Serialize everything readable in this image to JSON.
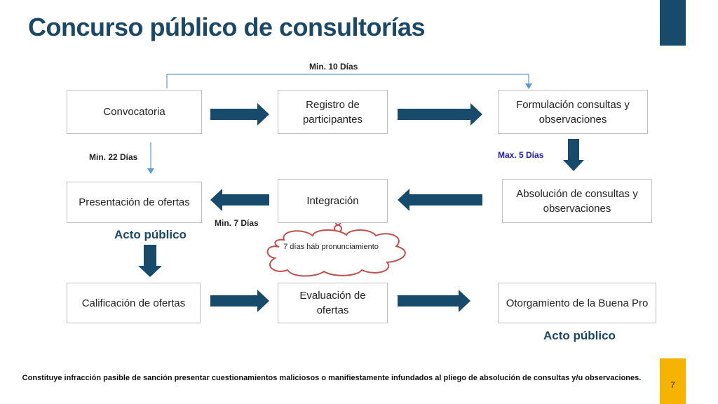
{
  "title": "Concurso público de consultorías",
  "boxes": {
    "convocatoria": "Convocatoria",
    "registro": "Registro de participantes",
    "formulacion": "Formulación consultas y observaciones",
    "presentacion": "Presentación de ofertas",
    "integracion": "Integración",
    "absolucion": "Absolución de consultas y observaciones",
    "calificacion": "Calificación de ofertas",
    "evaluacion": "Evaluación de ofertas",
    "otorgamiento": "Otorgamiento de la Buena Pro"
  },
  "labels": {
    "min10": "Min. 10 Días",
    "min22": "Min. 22 Días",
    "max5": "Max. 5 Días",
    "min7": "Min. 7 Días",
    "acto1": "Acto público",
    "acto2": "Acto público"
  },
  "cloud_text": "7 días háb pronunciamiento",
  "footer_note": "Constituye infracción pasible de sanción presentar cuestionamientos maliciosos o manifiestamente infundados al pliego de absolución de consultas y/u observaciones.",
  "page_number": "7",
  "colors": {
    "title": "#1a4868",
    "arrow": "#174a6b",
    "connector": "#5b9bd5",
    "cloud": "#c0504d",
    "max_label": "#1b1bb5",
    "page_tab": "#f6b400"
  }
}
